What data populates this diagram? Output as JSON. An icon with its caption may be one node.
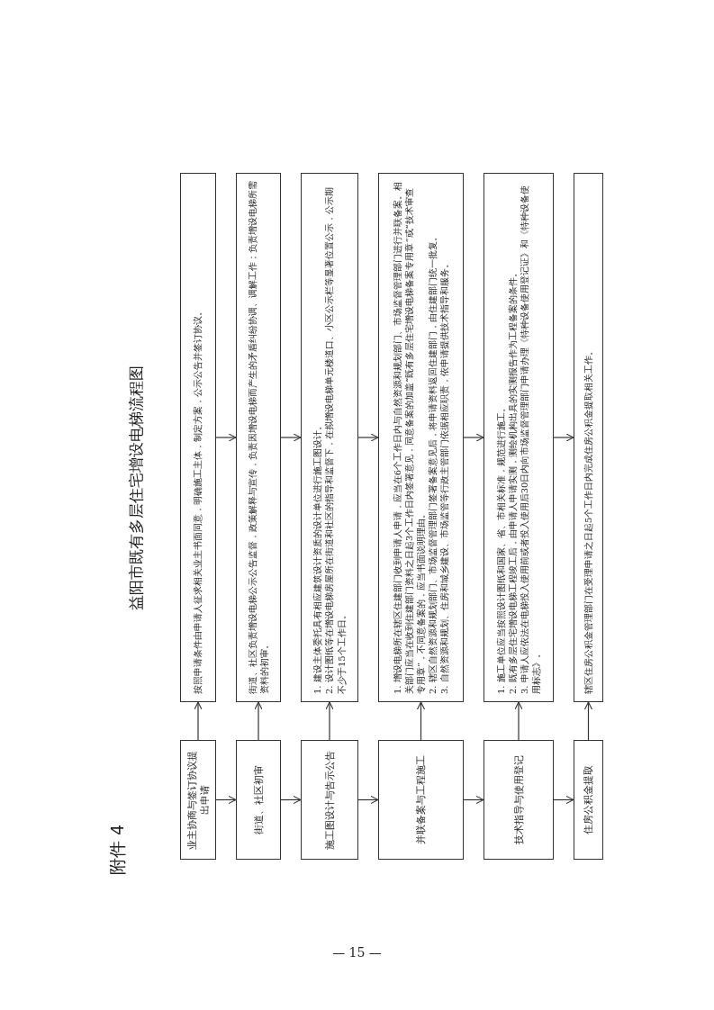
{
  "diagram": {
    "title": "益阳市既有多层住宅增设电梯流程图",
    "nodes": [
      {
        "text": [
          "业主协商与签订协议提出申请"
        ]
      },
      {
        "text": [
          "按照申请条件由申请人征求相关业主书面同意，明确施工主体，制定方案，公示公告并签订协议。"
        ]
      },
      {
        "text": [
          "街道、社区初审"
        ]
      },
      {
        "text": [
          "街道、社区负责增设电梯公示公告监督，政策解释与宣传，负责因增设电梯而产生的矛盾纠纷协调、调解工作；负责增设电梯所需资料的初审。"
        ]
      },
      {
        "text": [
          "施工图设计与告示公告"
        ]
      },
      {
        "text": [
          "1. 建设主体委托具有相应建筑设计资质的设计单位进行施工图设计。",
          "2. 设计图纸等在增设电梯房屋所在街道和社区的指导和监督下，在拟增设电梯单元楼道口、小区公示栏等显著位置公示，公示期不少于15个工作日。"
        ]
      },
      {
        "text": [
          "并联备案与工程施工"
        ]
      },
      {
        "text": [
          "1. 增设电梯所在辖区住建部门收到申请人申请，应当在6个工作日内与自然资源和规划部门、市场监督管理部门进行并联备案。相关部门应当在收到住建部门资料之日起3个工作日内签署意见，同意备案的加盖“既有多层住宅增设电梯备案专用章”或“技术审查专用章”，不同意备案的，应当书面说明理由。",
          "2. 辖区自然资源和规划部门、市场监督管理部门签署备案意见后，将申请资料返回住建部门，由住建部门统一批复。",
          "3. 自然资源和规划、住房和城乡建设、市场监管等行政主管部门依据相应职责，依申请提供技术指导和服务。"
        ]
      },
      {
        "text": [
          "技术指导与使用登记"
        ]
      },
      {
        "text": [
          "1. 施工单位应当按照设计图纸和国家、省、市相关标准，规范进行施工。",
          "2. 既有多层住宅增设电梯工程竣工后，由申请人申请实测，测绘机构出具的实测报告作为工程备案的条件。",
          "3. 申请人应依法在电梯投入使用前或者投入使用后30日内向市场监督管理部门申请办理《特种设备使用登记证》和《特种设备使用标志》。"
        ]
      },
      {
        "text": [
          "住房公积金提取"
        ]
      },
      {
        "text": [
          "辖区住房公积金管理部门在受理申请之日起5个工作日内完成住房公积金提取相关工作。"
        ]
      }
    ],
    "edges": [
      {
        "from": 0,
        "to": 1,
        "arrow": "to"
      },
      {
        "from": 0,
        "to": 2,
        "arrow": "to"
      },
      {
        "from": 1,
        "to": 3,
        "arrow": "to"
      },
      {
        "from": 2,
        "to": 3,
        "arrow": "to"
      },
      {
        "from": 2,
        "to": 4,
        "arrow": "to"
      },
      {
        "from": 3,
        "to": 5,
        "arrow": "to"
      },
      {
        "from": 4,
        "to": 5,
        "arrow": "to"
      },
      {
        "from": 4,
        "to": 6,
        "arrow": "to"
      },
      {
        "from": 5,
        "to": 7,
        "arrow": "to"
      },
      {
        "from": 6,
        "to": 7,
        "arrow": "to"
      },
      {
        "from": 6,
        "to": 8,
        "arrow": "to"
      },
      {
        "from": 7,
        "to": 9,
        "arrow": "to"
      },
      {
        "from": 8,
        "to": 9,
        "arrow": "to"
      },
      {
        "from": 8,
        "to": 10,
        "arrow": "to"
      },
      {
        "from": 9,
        "to": 11,
        "arrow": "to"
      },
      {
        "from": 10,
        "to": 11,
        "arrow": "to"
      }
    ],
    "labels": [
      "附件 4",
      "— 15 —"
    ]
  }
}
